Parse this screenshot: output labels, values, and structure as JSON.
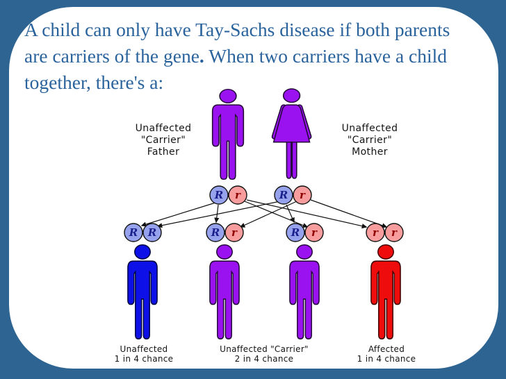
{
  "slide": {
    "title": {
      "line1": "A child can only have Tay-Sachs disease if both parents",
      "line2_pre": "are carriers of the gene",
      "line2_dot": ".",
      "line2_post": "When two carriers have a child",
      "line3": "together, there's a:"
    }
  },
  "colors": {
    "background": "#2e6491",
    "card": "#ffffff",
    "title_text": "#2a639c",
    "carrier_purple": "#9a12f0",
    "unaffected_blue": "#0d11e8",
    "affected_red": "#ee0c0c",
    "allele_R_fill": "#97a2ec",
    "allele_R_letter": "#1a1f8c",
    "allele_r_fill": "#f79d9d",
    "allele_r_letter": "#8f0000",
    "label_text": "#141414"
  },
  "parents": {
    "father": {
      "line1": "Unaffected",
      "line2": "\"Carrier\"",
      "line3": "Father",
      "allele1": "R",
      "allele2": "r"
    },
    "mother": {
      "line1": "Unaffected",
      "line2": "\"Carrier\"",
      "line3": "Mother",
      "allele1": "R",
      "allele2": "r"
    }
  },
  "children": {
    "c1": {
      "allele1": "R",
      "allele2": "R",
      "label1": "Unaffected",
      "label2": "1 in 4 chance"
    },
    "c2": {
      "allele1": "R",
      "allele2": "r"
    },
    "c3": {
      "allele1": "R",
      "allele2": "r"
    },
    "carrier_group": {
      "label1": "Unaffected \"Carrier\"",
      "label2": "2 in 4 chance"
    },
    "c4": {
      "allele1": "r",
      "allele2": "r",
      "label1": "Affected",
      "label2": "1 in 4 chance"
    }
  }
}
